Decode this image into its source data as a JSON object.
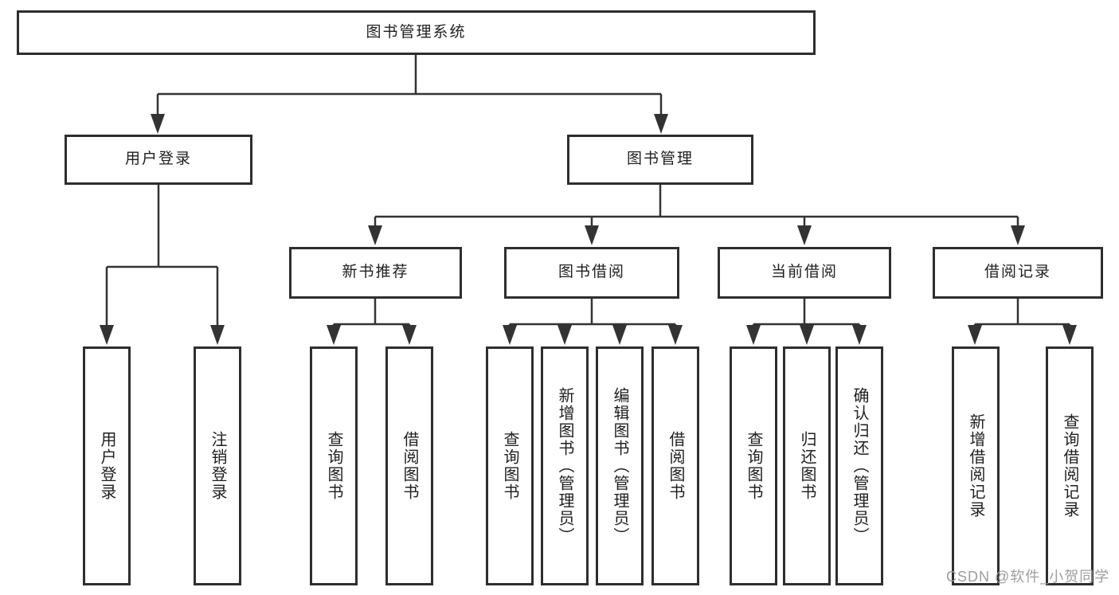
{
  "colors": {
    "line": "#333333",
    "box_border": "#2e2e2e",
    "text": "#1f1f1f",
    "watermark": "#9e9e9e",
    "background": "#ffffff"
  },
  "watermark": {
    "text": "CSDN @软件_小贺同学"
  },
  "diagram": {
    "root": {
      "label": "图书管理系统"
    },
    "branches": [
      {
        "label": "用户登录",
        "children": [
          {
            "label": "用户登录"
          },
          {
            "label": "注销登录"
          }
        ]
      },
      {
        "label": "图书管理",
        "children": [
          {
            "label": "新书推荐",
            "children": [
              {
                "label": "查询图书"
              },
              {
                "label": "借阅图书"
              }
            ]
          },
          {
            "label": "图书借阅",
            "children": [
              {
                "label": "查询图书"
              },
              {
                "label": "新增图书（管理员）"
              },
              {
                "label": "编辑图书（管理员）"
              },
              {
                "label": "借阅图书"
              }
            ]
          },
          {
            "label": "当前借阅",
            "children": [
              {
                "label": "查询图书"
              },
              {
                "label": "归还图书"
              },
              {
                "label": "确认归还（管理员）"
              }
            ]
          },
          {
            "label": "借阅记录",
            "children": [
              {
                "label": "新增借阅记录"
              },
              {
                "label": "查询借阅记录"
              }
            ]
          }
        ]
      }
    ]
  }
}
